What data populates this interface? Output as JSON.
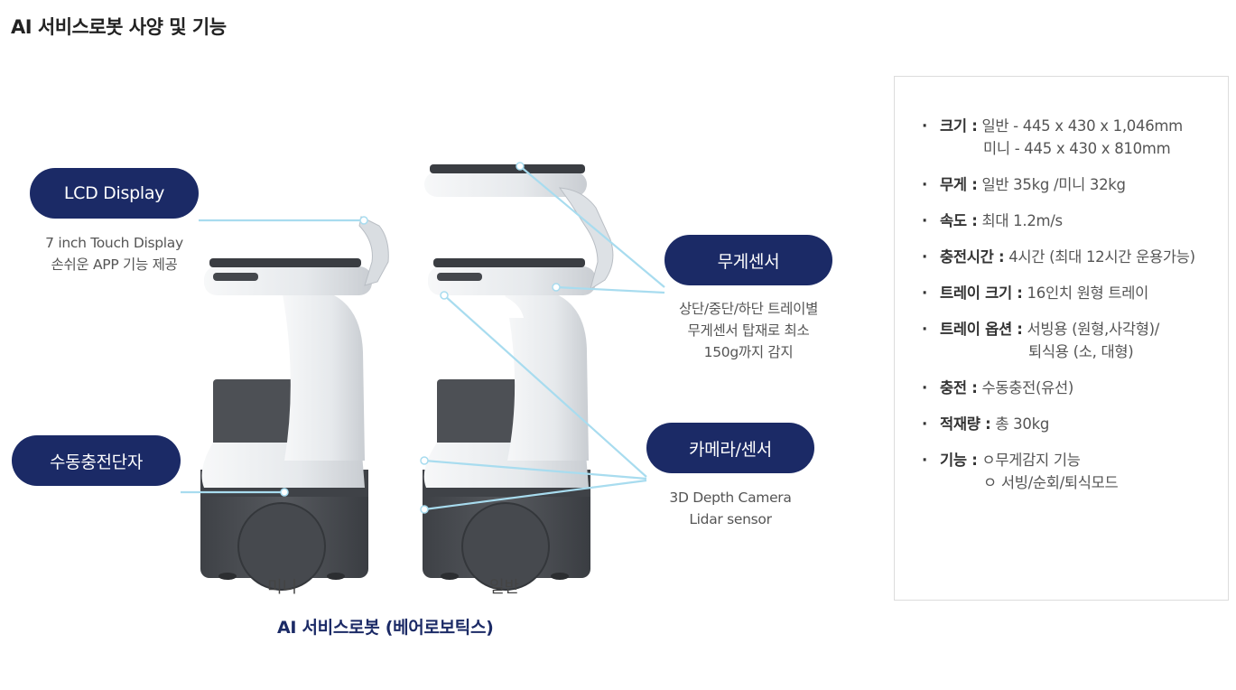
{
  "title": "AI 서비스로봇 사양 및 기능",
  "callouts": {
    "lcd": {
      "label": "LCD Display",
      "desc": [
        "7 inch Touch Display",
        "손쉬운 APP 기능 제공"
      ]
    },
    "charge": {
      "label": "수동충전단자"
    },
    "weight": {
      "label": "무게센서",
      "desc": [
        "상단/중단/하단 트레이별",
        "무게센서 탑재로 최소",
        "150g까지 감지"
      ]
    },
    "camera": {
      "label": "카메라/센서",
      "desc": [
        "3D Depth Camera",
        "Lidar sensor"
      ]
    }
  },
  "models": {
    "mini": "미니",
    "standard": "일반"
  },
  "caption": "AI 서비스로봇 (베어로보틱스)",
  "specs": [
    {
      "key": "크기 :",
      "value": "일반 -  445 x 430 x 1,046mm",
      "cont": "미니 -  445 x 430 x 810mm"
    },
    {
      "key": "무게 :",
      "value": "일반 35kg /미니 32kg"
    },
    {
      "key": "속도 :",
      "value": "최대 1.2m/s"
    },
    {
      "key": "충전시간 :",
      "value": "4시간 (최대 12시간 운용가능)"
    },
    {
      "key": "트레이 크기 :",
      "value": "16인치 원형 트레이"
    },
    {
      "key": "트레이 옵션 :",
      "value": "서빙용 (원형,사각형)/",
      "cont": "퇴식용 (소, 대형)"
    },
    {
      "key": "충전 :",
      "value": "수동충전(유선)"
    },
    {
      "key": "적재량 :",
      "value": "총 30kg"
    },
    {
      "key": "기능 :",
      "value": "ㅇ무게감지 기능",
      "cont": "ㅇ 서빙/순회/퇴식모드"
    }
  ],
  "colors": {
    "pill": "#1b2a66",
    "line": "#a8dcef",
    "robot_body": "#e9ecef",
    "robot_dark": "#4a4d52"
  }
}
